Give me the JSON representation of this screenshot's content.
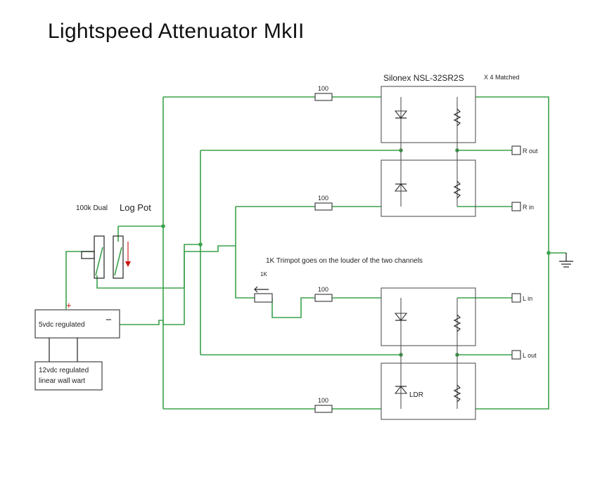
{
  "title": "Lightspeed Attenuator MkII",
  "component_note": "Silonex NSL-32SR2S",
  "component_qty": "X  4  Matched",
  "pot_label": "100k  Dual",
  "pot_label_big": "Log Pot",
  "trimpot_note": "1K Trimpot goes on the louder of the two channels",
  "trimpot_value": "1K",
  "resistor_value": "100",
  "regulator_label": "5vdc regulated",
  "wallwart_label_line1": "12vdc regulated",
  "wallwart_label_line2": "linear  wall  wart",
  "plus_sign": "+",
  "minus_sign": "−",
  "ldr_label": "LDR",
  "ports": {
    "r_out": "R out",
    "r_in": "R in",
    "l_in": "L in",
    "l_out": "L out"
  },
  "colors": {
    "wire": "#3aa24a",
    "polarity_red": "#cc1111"
  }
}
